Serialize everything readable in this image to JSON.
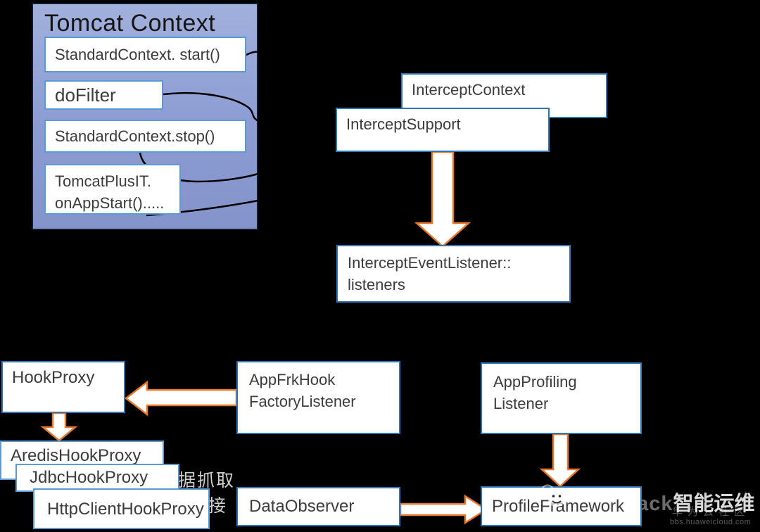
{
  "colors": {
    "background": "#000000",
    "panel_fill_top": "#A2B0DC",
    "panel_fill_bottom": "#8494CB",
    "panel_border": "#111C33",
    "outer_box_border": "#2E75B6",
    "inner_box_border": "#5B9BD5",
    "arrow_fill": "#FFFFFF",
    "arrow_border": "#E8772E",
    "connector_line": "#000000",
    "box_text": "#3C3C3C",
    "annotation_text": "#CFCFCF"
  },
  "tomcat_panel": {
    "title": "Tomcat Context",
    "boxes": {
      "start": {
        "label": "StandardContext. start()"
      },
      "dofilter": {
        "label": "doFilter"
      },
      "stop": {
        "label": "StandardContext.stop()"
      },
      "plusit": {
        "line1": "TomcatPlusIT.",
        "line2": "onAppStart()....."
      }
    }
  },
  "intercept": {
    "context": {
      "label": "InterceptContext"
    },
    "support": {
      "label": "InterceptSupport"
    },
    "event_listener": {
      "line1": "InterceptEventListener::",
      "line2": "listeners"
    }
  },
  "hooks": {
    "hook_proxy": {
      "label": "HookProxy"
    },
    "aredis": {
      "label": "AredisHookProxy"
    },
    "jdbc": {
      "label": "JdbcHookProxy"
    },
    "http_client": {
      "label": "HttpClientHookProxy"
    },
    "annotation": {
      "line1": "据抓取",
      "line2": "接"
    }
  },
  "listeners": {
    "app_frk": {
      "line1": "AppFrkHook",
      "line2": "FactoryListener"
    },
    "data_observer": {
      "label": "DataObserver"
    },
    "app_profiling": {
      "line1": "AppProfiling",
      "line2": "Listener"
    },
    "profile_framework": {
      "label": "ProfileFramework"
    }
  },
  "arrows": {
    "support_to_event_listener": "down",
    "hookproxy_to_aredis": "down",
    "appfrk_to_hookproxy": "left",
    "dataobserver_to_profileframework": "right",
    "appprofiling_to_profileframework": "down"
  },
  "watermark": {
    "logo_icon": "uavstack-chat-bubbles-icon",
    "brand": "UAVStack",
    "brand_suffix": "智能运维",
    "community": "华为云社区",
    "site": "bbs.huaweicloud.com"
  }
}
